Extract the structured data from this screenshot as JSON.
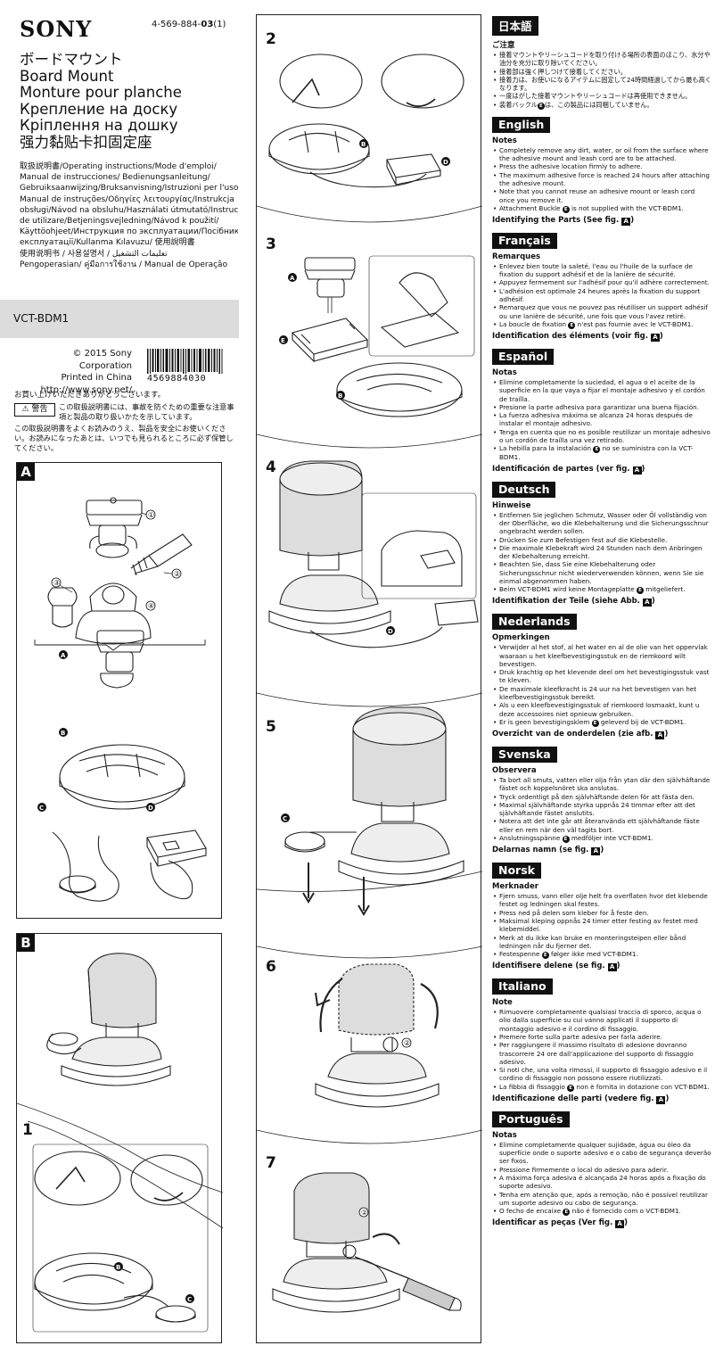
{
  "header": {
    "logo": "SONY",
    "part_number_prefix": "4-569-884-",
    "part_number_bold": "03",
    "part_number_suffix": "(1)"
  },
  "titles": [
    "ボードマウント",
    "Board Mount",
    "Monture pour planche",
    "Крепление на доску",
    "Кріплення на дошку",
    "强力黏贴卡扣固定座"
  ],
  "language_list": [
    "取扱説明書/Operating instructions/Mode d'emploi/",
    "Manual de instrucciones/ Bedienungsanleitung/",
    "Gebruiksaanwijzing/Bruksanvisning/Istruzioni per l'uso/",
    "Manual de instruções/Οδηγίες λειτουργίας/Instrukcja",
    "obsługi/Návod na obsluhu/Használati útmutató/Instrucțiuni",
    "de utilizare/Betjeningsvejledning/Návod k použití/",
    "Käyttöohjeet/Инструкция по эксплуатации/Посібник з",
    "експлуатації/Kullanma Kılavuzu/ 使用說明書",
    "使用说明书 / 사용설명서 / تعليمات التشغيل",
    "Pengoperasian/ คู่มือการใช้งาน / Manual de Operação"
  ],
  "model": "VCT-BDM1",
  "corporate": {
    "copyright": "© 2015  Sony Corporation",
    "printed": "Printed in China",
    "url": "http://www.sony.net/"
  },
  "barcode_number": "4569884030",
  "japanese_notice": {
    "thanks": "お買い上げいただきありがとうございます。",
    "warning_label": "⚠ 警告",
    "warning_text": "この取扱説明書には、事故を防ぐための重要な注意事項と製品の取り扱いかたを示しています。",
    "keep_text": "この取扱説明書をよくお読みのうえ、製品を安全にお使いください。お読みになったあとは、いつでも見られるところに必ず保管してください。"
  },
  "figures": {
    "fig_a": "A",
    "fig_b": "B",
    "steps": [
      "1",
      "2",
      "3",
      "4",
      "5",
      "6",
      "7"
    ],
    "part_numbers": [
      "①",
      "②",
      "③",
      "④"
    ],
    "part_letters": [
      "A",
      "B",
      "C",
      "D",
      "E"
    ]
  },
  "sections": [
    {
      "lang": "日本語",
      "heading": "ご注意",
      "items": [
        "接着マウントやリーシュコードを取り付ける場所の表面のほこり、水分や油分を充分に取り除いてください。",
        "接着部は強く押しつけて接着してください。",
        "接着力は、お使いになるアイテムに固定して24時間経過してから最も高くなります。",
        "一度はがした接着マウントやリーシュコードは再使用できません。",
        "装着バックル●Eは、この製品には同梱していません。"
      ],
      "ident": ""
    },
    {
      "lang": "English",
      "heading": "Notes",
      "items": [
        "Completely remove any dirt, water, or oil from the surface where the adhesive mount and leash cord are to be attached.",
        "Press the adhesive location firmly to adhere.",
        "The maximum adhesive force is reached 24 hours after attaching the adhesive mount.",
        "Note that you cannot reuse an adhesive mount or leash cord once you remove it.",
        "Attachment Buckle ●E is not supplied with the VCT-BDM1."
      ],
      "ident": "Identifying the Parts (See fig. [A])"
    },
    {
      "lang": "Français",
      "heading": "Remarques",
      "items": [
        "Enlevez bien toute la saleté, l'eau ou l'huile de la surface de fixation du support adhésif et de la lanière de sécurité.",
        "Appuyez fermement sur l'adhésif pour qu'il adhère correctement.",
        "L'adhésion est optimale 24 heures après la fixation du support adhésif.",
        "Remarquez que vous ne pouvez pas réutiliser un support adhésif ou une lanière de sécurité, une fois que vous l'avez retiré.",
        "La boucle de fixation ●E n'est pas fournie avec le VCT-BDM1."
      ],
      "ident": "Identification des éléments (voir fig. [A])"
    },
    {
      "lang": "Español",
      "heading": "Notas",
      "items": [
        "Elimine completamente la suciedad, el agua o el aceite de la superficie en la que vaya a fijar el montaje adhesivo y el cordón de traílla.",
        "Presione la parte adhesiva para garantizar una buena fijación.",
        "La fuerza adhesiva máxima se alcanza 24 horas después de instalar el montaje adhesivo.",
        "Tenga en cuenta que no es posible reutilizar un montaje adhesivo o un cordón de traílla una vez retirado.",
        "La hebilla para la instalación ●E no se suministra con la VCT-BDM1."
      ],
      "ident": "Identificación de partes (ver fig. [A])"
    },
    {
      "lang": "Deutsch",
      "heading": "Hinweise",
      "items": [
        "Entfernen Sie jeglichen Schmutz, Wasser oder Öl vollständig von der Oberfläche, wo die Klebehalterung und die Sicherungsschnur angebracht werden sollen.",
        "Drücken Sie zum Befestigen fest auf die Klebestelle.",
        "Die maximale Klebekraft wird 24 Stunden nach dem Anbringen der Klebehalterung erreicht.",
        "Beachten Sie, dass Sie eine Klebehalterung oder Sicherungsschnur nicht wiederverwenden können, wenn Sie sie einmal abgenommen haben.",
        "Beim VCT-BDM1 wird keine Montageplatte ●E mitgeliefert."
      ],
      "ident": "Identifikation der Teile (siehe Abb. [A])"
    },
    {
      "lang": "Nederlands",
      "heading": "Opmerkingen",
      "items": [
        "Verwijder al het stof, al het water en al de olie van het oppervlak waaraan u het kleefbevestigingsstuk en de riemkoord wilt bevestigen.",
        "Druk krachtig op het klevende deel om het bevestigingsstuk vast te kleven.",
        "De maximale kleefkracht is 24 uur na het bevestigen van het kleefbevestigingsstuk bereikt.",
        "Als u een kleefbevestigingsstuk of riemkoord losmaakt, kunt u deze accessoires niet opnieuw gebruiken.",
        "Er is geen bevestigingsklem ●E geleverd bij de VCT-BDM1."
      ],
      "ident": "Overzicht van de onderdelen (zie afb. [A])"
    },
    {
      "lang": "Svenska",
      "heading": "Observera",
      "items": [
        "Ta bort all smuts, vatten eller olja från ytan där den självhäftande fästet och koppelsnöret ska anslutas.",
        "Tryck ordentligt på den självhäftande delen för att fästa den.",
        "Maximal självhäftande styrka uppnås 24 timmar efter att det självhäftande fästet anslutits.",
        "Notera att det inte går att återanvända ett självhäftande fäste eller en rem när den väl tagits bort.",
        "Anslutningsspänne ●E medföljer inte VCT-BDM1."
      ],
      "ident": "Delarnas namn (se fig. [A])"
    },
    {
      "lang": "Norsk",
      "heading": "Merknader",
      "items": [
        "Fjern smuss, vann eller olje helt fra overflaten hvor det klebende festet og ledningen skal festes.",
        "Press ned på delen som kleber for å feste den.",
        "Maksimal kleping oppnås 24 timer etter festing av festet med klebemiddel.",
        "Merk at du ikke kan bruke en monteringsteipen eller bånd ledningen når du fjerner det.",
        "Festespenne ●E følger ikke med VCT-BDM1."
      ],
      "ident": "Identifisere delene (se fig. [A])"
    },
    {
      "lang": "Italiano",
      "heading": "Note",
      "items": [
        "Rimuovere completamente qualsiasi traccia di sporco, acqua o olio dalla superficie su cui vanno applicati il supporto di montaggio adesivo e il cordino di fissaggio.",
        "Premere forte sulla parte adesiva per farla aderire.",
        "Per raggiungere il massimo risultato di adesione dovranno trascorrere 24 ore dall'applicazione del supporto di fissaggio adesivo.",
        "Si noti che, una volta rimossi, il supporto di fissaggio adesivo e il cordino di fissaggio non possono essere riutilizzati.",
        "La fibbia di fissaggio ●E non è fornita in dotazione con VCT-BDM1."
      ],
      "ident": "Identificazione delle parti (vedere fig. [A])"
    },
    {
      "lang": "Português",
      "heading": "Notas",
      "items": [
        "Elimine completamente qualquer sujidade, água ou óleo da superfície onde o suporte adesivo e o cabo de segurança deverão ser fixos.",
        "Pressione firmemente o local do adesivo para aderir.",
        "A máxima força adesiva é alcançada 24 horas após a fixação do suporte adesivo.",
        "Tenha em atenção que, após a remoção, não é possível reutilizar um suporte adesivo ou cabo de segurança.",
        "O fecho de encaixe ●E não é fornecido com o VCT-BDM1."
      ],
      "ident": "Identificar as peças (Ver fig. [A])"
    }
  ]
}
